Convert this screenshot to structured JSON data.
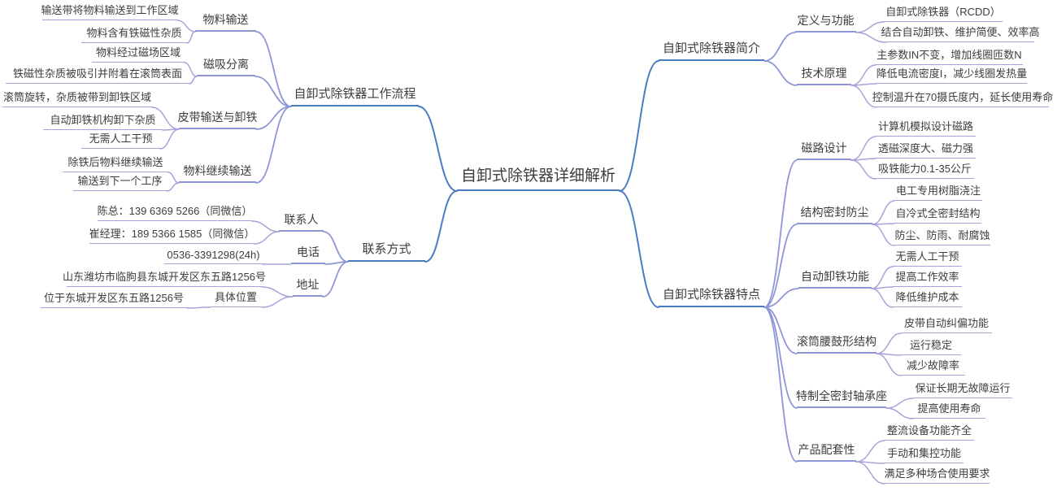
{
  "central": {
    "label": "自卸式除铁器详细解析"
  },
  "workflow": {
    "label": "自卸式除铁器工作流程",
    "material_transport": {
      "label": "物料输送",
      "leaves": [
        "输送带将物料输送到工作区域",
        "物料含有铁磁性杂质"
      ]
    },
    "magnetic_separation": {
      "label": "磁吸分离",
      "leaves": [
        "物料经过磁场区域",
        "铁磁性杂质被吸引并附着在滚筒表面"
      ]
    },
    "belt_discharge": {
      "label": "皮带输送与卸铁",
      "leaves": [
        "滚筒旋转，杂质被带到卸铁区域",
        "自动卸铁机构卸下杂质",
        "无需人工干预"
      ]
    },
    "material_continue": {
      "label": "物料继续输送",
      "leaves": [
        "除铁后物料继续输送",
        "输送到下一个工序"
      ]
    }
  },
  "contact": {
    "label": "联系方式",
    "person": {
      "label": "联系人",
      "leaves": [
        "陈总：139 6369 5266（同微信）",
        "崔经理：189 5366 1585（同微信）"
      ]
    },
    "phone": {
      "label": "电话",
      "leaves": [
        "0536-3391298(24h)"
      ]
    },
    "address": {
      "label": "地址",
      "leaves": [
        "山东潍坊市临朐县东城开发区东五路1256号"
      ],
      "location": {
        "label": "具体位置",
        "leaves": [
          "位于东城开发区东五路1256号"
        ]
      }
    }
  },
  "intro": {
    "label": "自卸式除铁器简介",
    "definition": {
      "label": "定义与功能",
      "leaves": [
        "自卸式除铁器（RCDD）",
        "结合自动卸铁、维护简便、效率高"
      ]
    },
    "principle": {
      "label": "技术原理",
      "leaves": [
        "主参数IN不变，增加线圈匝数N",
        "降低电流密度I，减少线圈发热量",
        "控制温升在70摄氏度内，延长使用寿命"
      ]
    }
  },
  "features": {
    "label": "自卸式除铁器特点",
    "magnetic_design": {
      "label": "磁路设计",
      "leaves": [
        "计算机模拟设计磁路",
        "透磁深度大、磁力强",
        "吸铁能力0.1-35公斤"
      ]
    },
    "sealed_dustproof": {
      "label": "结构密封防尘",
      "leaves": [
        "电工专用树脂浇注",
        "自冷式全密封结构",
        "防尘、防雨、耐腐蚀"
      ]
    },
    "auto_discharge": {
      "label": "自动卸铁功能",
      "leaves": [
        "无需人工干预",
        "提高工作效率",
        "降低维护成本"
      ]
    },
    "drum_structure": {
      "label": "滚筒腰鼓形结构",
      "leaves": [
        "皮带自动纠偏功能",
        "运行稳定",
        "减少故障率"
      ]
    },
    "sealed_bearing": {
      "label": "特制全密封轴承座",
      "leaves": [
        "保证长期无故障运行",
        "提高使用寿命"
      ]
    },
    "product_compatibility": {
      "label": "产品配套性",
      "leaves": [
        "整流设备功能齐全",
        "手动和集控功能",
        "满足多种场合使用要求"
      ]
    }
  },
  "colors": {
    "primary": "#4a7cc4",
    "secondary": "#8e96d8",
    "leaf_line": "#a9a2d9",
    "text": "#3d3d3d",
    "background": "#ffffff"
  }
}
